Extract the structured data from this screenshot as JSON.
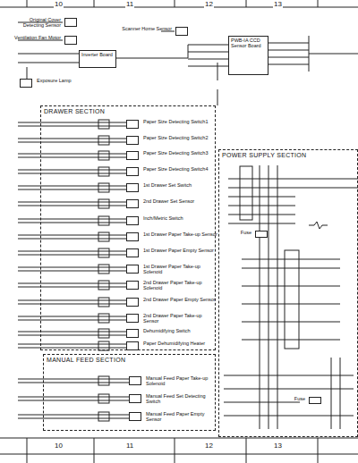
{
  "diagram": {
    "nodes": [
      {
        "text": [
          "Original Cover Detecting Sensor"
        ]
      },
      {
        "text": [
          "Ventilation Fan Motor"
        ]
      },
      {
        "text": [
          "Inverter Board"
        ]
      },
      {
        "text": [
          "Exposure Lamp"
        ]
      },
      {
        "text": [
          "Scanner Home Sensor"
        ]
      },
      {
        "text": [
          "PWB-IA CCD Sensor Board"
        ]
      },
      {
        "text": [
          "DRAWER SECTION"
        ]
      },
      {
        "text": [
          "Paper Size Detecting Switch1"
        ],
        "in": 6
      },
      {
        "text": [
          "Paper Size Detecting Switch2"
        ],
        "in": 6
      },
      {
        "text": [
          "Paper Size Detecting Switch3"
        ],
        "in": 6
      },
      {
        "text": [
          "Paper Size Detecting Switch4"
        ],
        "in": 6
      },
      {
        "text": [
          "1st Drawer Set Switch"
        ],
        "in": 6
      },
      {
        "text": [
          "2nd Drawer Set Sensor"
        ],
        "in": 6
      },
      {
        "text": [
          "Inch/Metric Switch"
        ],
        "in": 6
      },
      {
        "text": [
          "1st Drawer Paper Take-up Sensor"
        ],
        "in": 6
      },
      {
        "text": [
          "1st Drawer Paper Empty Sensor"
        ],
        "in": 6
      },
      {
        "text": [
          "1st Drawer Paper Take-up Solenoid"
        ],
        "in": 6
      },
      {
        "text": [
          "2nd Drawer Paper Take-up Solenoid"
        ],
        "in": 6
      },
      {
        "text": [
          "2nd Drawer Paper Empty Sensor"
        ],
        "in": 6
      },
      {
        "text": [
          "2nd Drawer Paper Take-up Sensor"
        ],
        "in": 6
      },
      {
        "text": [
          "Dehumidifying Switch"
        ],
        "in": 6
      },
      {
        "text": [
          "Paper Dehumidifying Heater"
        ],
        "in": 6
      },
      {
        "text": [
          "MANUAL FEED SECTION"
        ]
      },
      {
        "text": [
          "Manual Feed Paper Take-up Solenoid"
        ],
        "in": 22
      },
      {
        "text": [
          "Manual Feed Set Detecting Switch"
        ],
        "in": 22
      },
      {
        "text": [
          "Manual Feed Paper Empty Sensor"
        ],
        "in": 22
      },
      {
        "text": [
          "POWER SUPPLY SECTION"
        ]
      },
      {
        "text": [
          "Fuse"
        ],
        "in": 26
      },
      {
        "text": [
          "Fuse"
        ],
        "in": 26
      }
    ],
    "labels": [
      "10",
      "11",
      "12",
      "13",
      "10",
      "11",
      "12",
      "13"
    ]
  }
}
